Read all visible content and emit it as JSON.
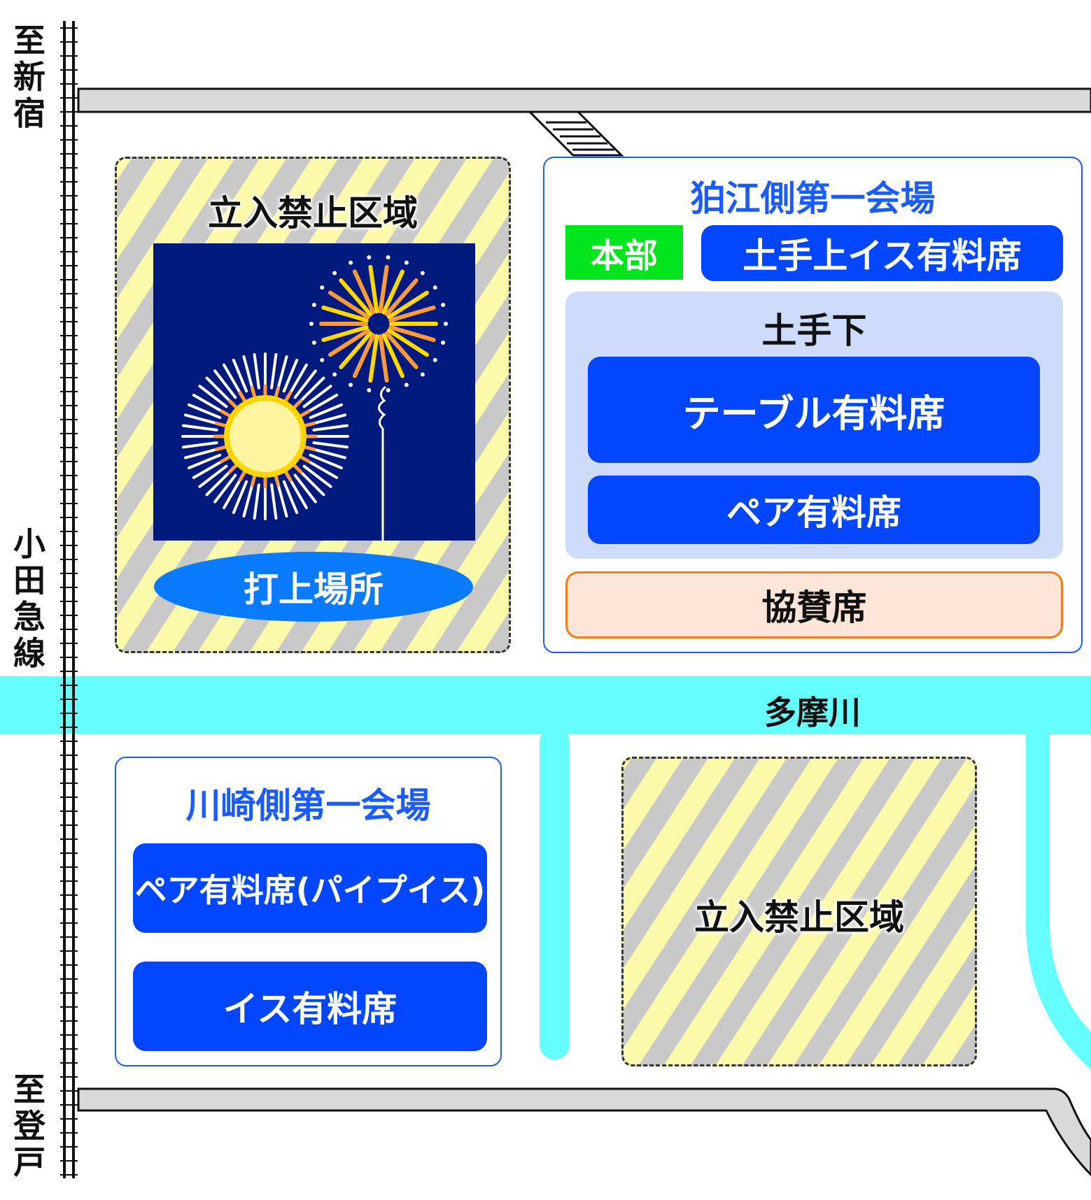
{
  "railway": {
    "name": "小田急線",
    "north_label": "至新宿",
    "south_label": "至登戸"
  },
  "river": {
    "name": "多摩川"
  },
  "colors": {
    "river": "#66ffff",
    "road": "#d9d9d9",
    "venue_border": "#1a5cff",
    "seat_blue": "#0246ff",
    "headquarters_green": "#00e51e",
    "sponsor_fill": "#fde5d8",
    "sponsor_border": "#f57d19",
    "embankment_bg": "#cfdbfb",
    "launch_ellipse": "#0a7bff",
    "fireworks_bg": "#001a7d",
    "hazard_yellow": "#fbfaab",
    "hazard_gray": "#c9c9c9"
  },
  "restricted_areas": [
    {
      "label": "立入禁止区域"
    },
    {
      "label": "立入禁止区域"
    }
  ],
  "launch_site": {
    "label": "打上場所"
  },
  "komae_venue": {
    "title": "狛江側第一会場",
    "headquarters": "本部",
    "embankment_top_seats": "土手上イス有料席",
    "embankment_bottom": {
      "title": "土手下",
      "seats": [
        "テーブル有料席",
        "ペア有料席"
      ]
    },
    "sponsor_seats": "協賛席"
  },
  "kawasaki_venue": {
    "title": "川崎側第一会場",
    "seats": [
      "ペア有料席(パイプイス)",
      "イス有料席"
    ]
  },
  "icons": [
    "fireworks-illustration",
    "stair-icon"
  ]
}
